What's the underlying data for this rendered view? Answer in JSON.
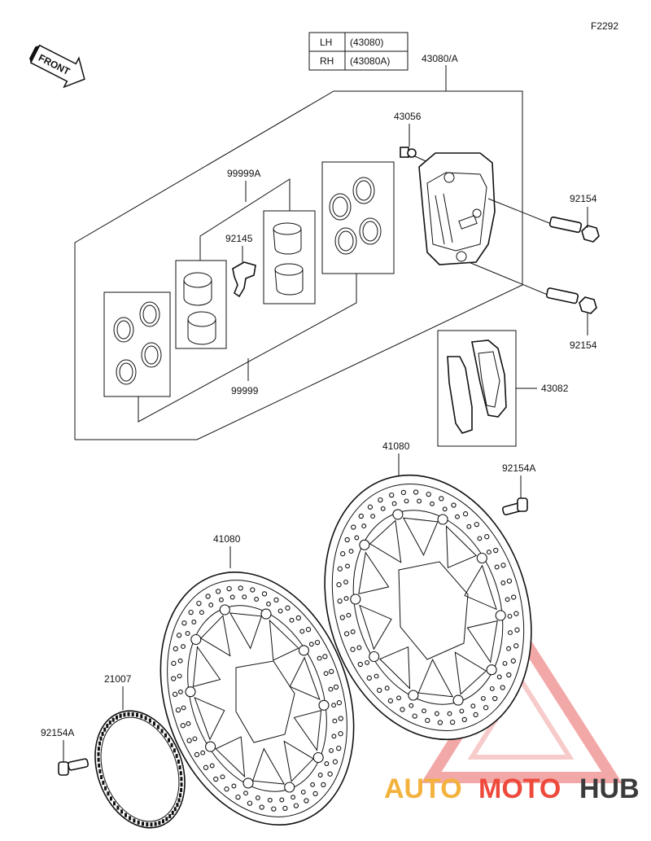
{
  "figure_code": "F2292",
  "front_label": "FRONT",
  "side_table": [
    {
      "side": "LH",
      "part": "(43080)"
    },
    {
      "side": "RH",
      "part": "(43080A)"
    }
  ],
  "callouts": {
    "caliper_assy": "43080/A",
    "bleeder": "43056",
    "bolt_upper": "92154",
    "bolt_lower": "92154",
    "seal_kit_a": "99999A",
    "spring": "92145",
    "seal_kit": "99999",
    "pad_set": "43082",
    "disc_right": "41080",
    "disc_left": "41080",
    "disc_bolt_right": "92154A",
    "disc_bolt_left": "92154A",
    "sensor_rotor": "21007"
  },
  "watermark": {
    "part1": "AUTO",
    "part2": "MOTO",
    "part3": "HUB",
    "color1": "#f3b23c",
    "color2": "#ee4a3c",
    "color3": "#3b3b3b"
  }
}
